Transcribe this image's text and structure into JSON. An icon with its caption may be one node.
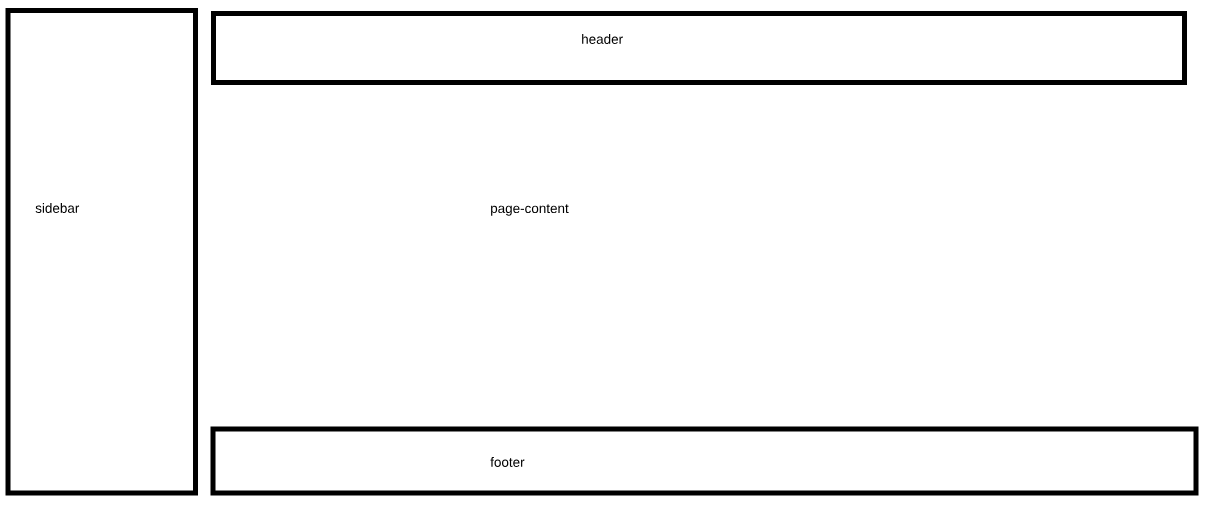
{
  "diagram": {
    "nodes": [
      {
        "text": [
          "sidebar"
        ]
      },
      {
        "text": [
          "header"
        ]
      },
      {
        "text": [
          "footer"
        ]
      }
    ],
    "labels": [
      "page-content"
    ]
  }
}
